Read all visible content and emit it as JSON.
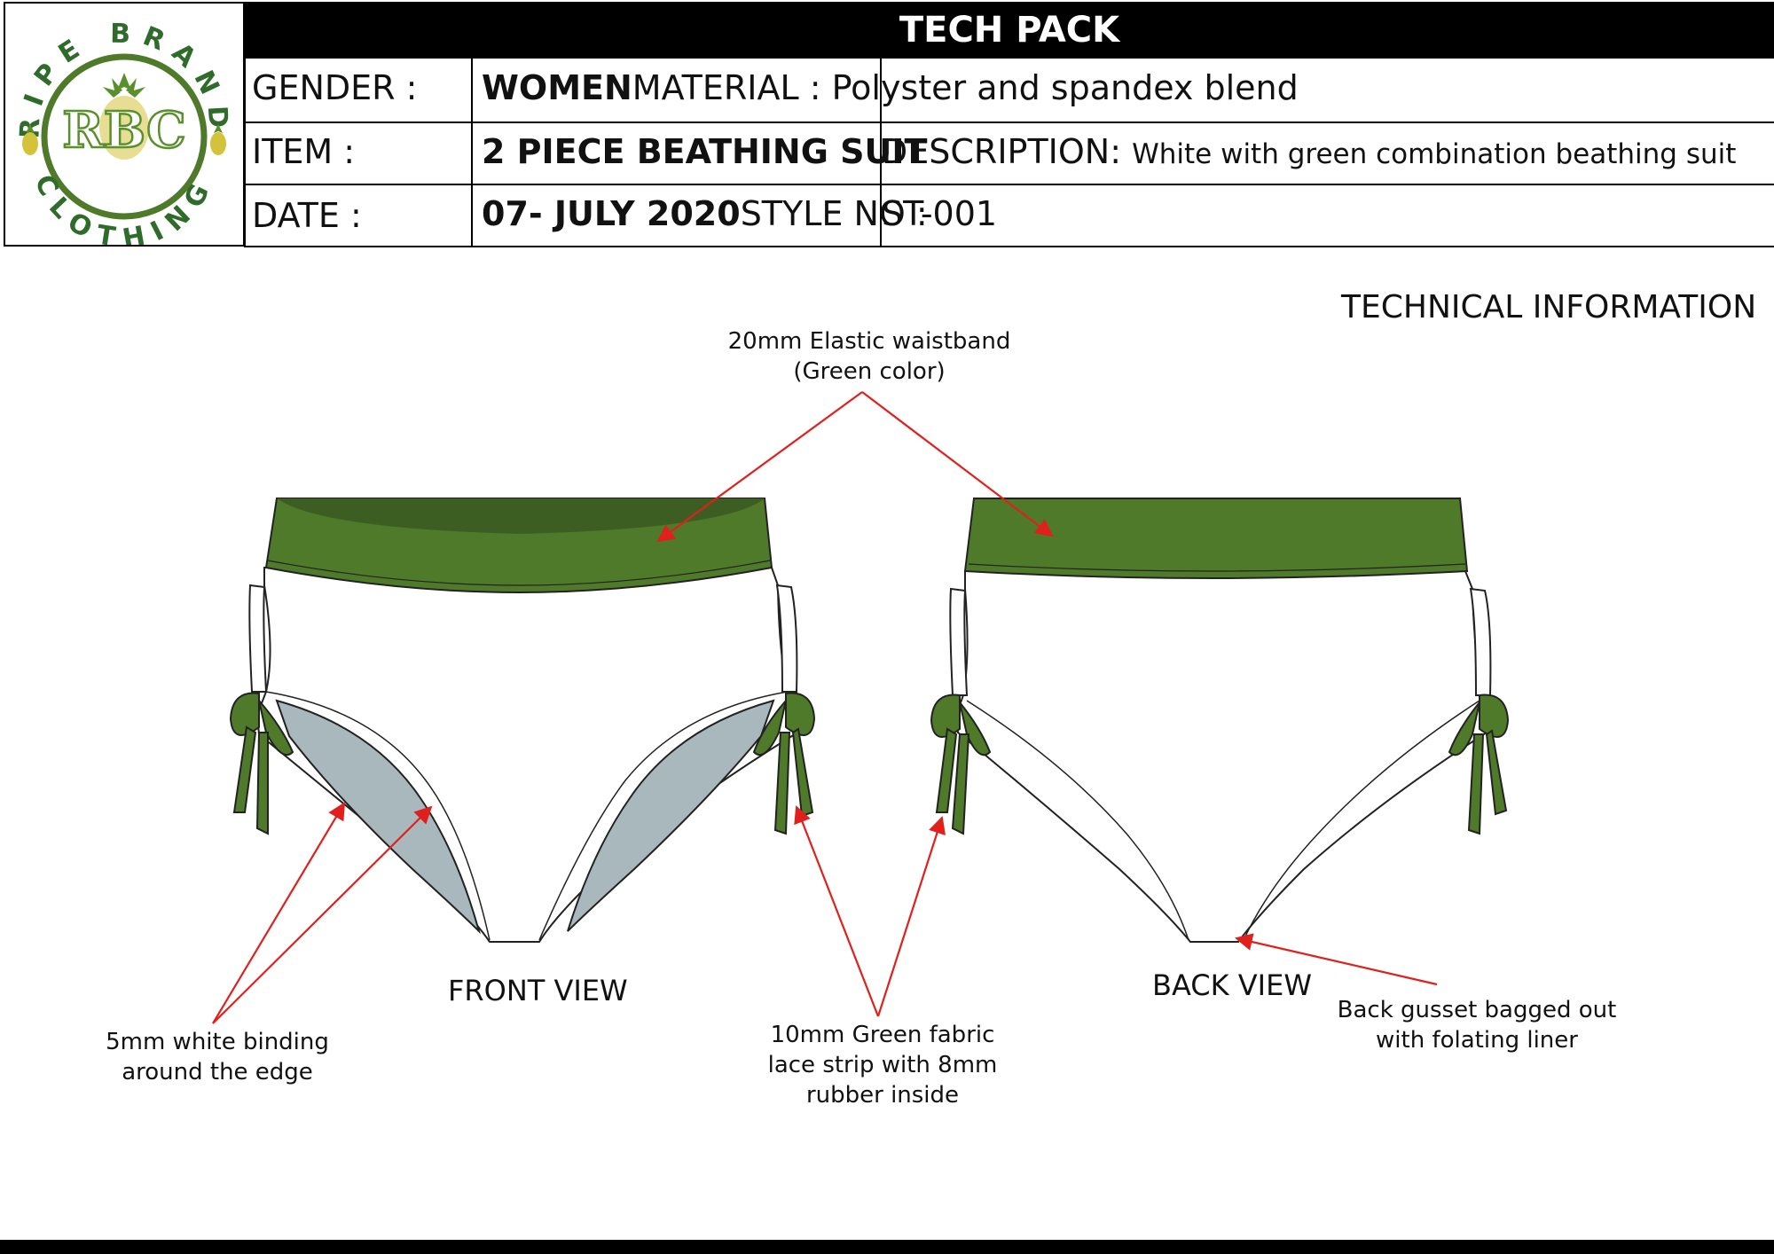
{
  "header": {
    "title": "TECH PACK",
    "logo": {
      "top_text": "RIPE BRAND",
      "bottom_text": "CLOTHING",
      "monogram": "RBC"
    },
    "rows": [
      {
        "label": "GENDER :",
        "value": "WOMEN",
        "label2": "MATERIAL : ",
        "value2": "Polyster and spandex blend"
      },
      {
        "label": "ITEM :",
        "value": "2 PIECE BEATHING SUIT",
        "label2": "DESCRIPTION: ",
        "value2": "White with green combination beathing suit"
      },
      {
        "label": "DATE :",
        "value": "07- JULY 2020",
        "label2": "STYLE NO :",
        "value2": "ST-001"
      }
    ]
  },
  "section_title": "TECHNICAL INFORMATION",
  "annotations": {
    "waistband": [
      "20mm Elastic waistband",
      "(Green color)"
    ],
    "binding": [
      "5mm white binding",
      "around the edge"
    ],
    "lace": [
      "10mm Green fabric",
      "lace strip with 8mm",
      "rubber inside"
    ],
    "gusset": [
      "Back gusset bagged out",
      "with folating liner"
    ]
  },
  "views": {
    "front": "FRONT VIEW",
    "back": "BACK VIEW"
  },
  "colors": {
    "green": "#4e7a2a",
    "green_dark": "#3d5e22",
    "liner": "#a8b8bd",
    "arrow": "#e0201c"
  }
}
